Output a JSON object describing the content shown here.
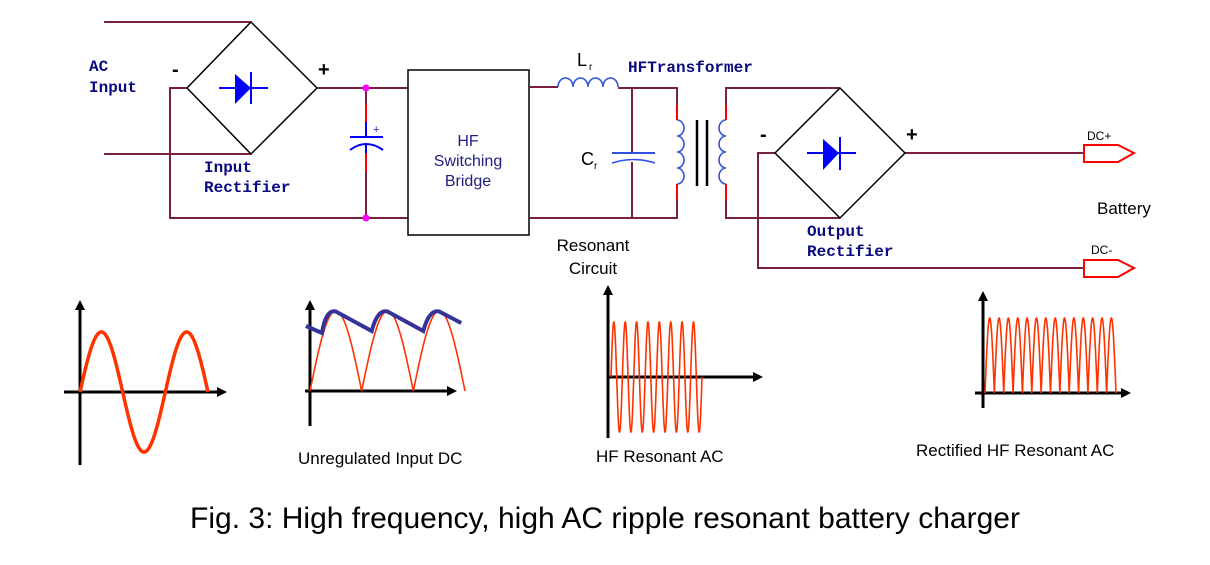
{
  "figure": {
    "caption": "Fig. 3: High frequency, high AC ripple resonant battery charger"
  },
  "circuit": {
    "ac_input_label_line1": "AC",
    "ac_input_label_line2": "Input",
    "input_rectifier": {
      "label_line1": "Input",
      "label_line2": "Rectifier",
      "minus_sign": "-",
      "plus_sign": "+"
    },
    "input_capacitor": {
      "polarity_mark": "+"
    },
    "switching_bridge": {
      "label_line1": "HF",
      "label_line2": "Switching",
      "label_line3": "Bridge"
    },
    "resonant_inductor": {
      "symbol": "L",
      "subscript": "r"
    },
    "resonant_capacitor": {
      "symbol": "C",
      "subscript": "r"
    },
    "transformer_label": "HFTransformer",
    "resonant_circuit_label_line1": "Resonant",
    "resonant_circuit_label_line2": "Circuit",
    "output_rectifier": {
      "label_line1": "Output",
      "label_line2": "Rectifier",
      "minus_sign": "-",
      "plus_sign": "+"
    },
    "output_ports": [
      {
        "label": "DC+"
      },
      {
        "label": "DC-"
      }
    ],
    "battery_label": "Battery"
  },
  "colors": {
    "wire": "#7a1f3d",
    "component_blue": "#0000ff",
    "waveform": "#ff3300",
    "ripple_envelope": "#333399",
    "junction": "#ff00ff",
    "port_outline": "#ff0000"
  },
  "waveforms": [
    {
      "id": "ac-input",
      "label": "",
      "type": "sine",
      "cycles": 1.5
    },
    {
      "id": "unregulated-dc",
      "label": "Unregulated Input DC",
      "type": "full-wave-rectified",
      "humps": 3,
      "envelope": "sawtooth-ripple"
    },
    {
      "id": "hf-resonant-ac",
      "label": "HF Resonant AC",
      "type": "sine",
      "cycles": 8
    },
    {
      "id": "rectified-hf-ac",
      "label": "Rectified HF Resonant AC",
      "type": "full-wave-rectified",
      "humps": 14
    }
  ]
}
